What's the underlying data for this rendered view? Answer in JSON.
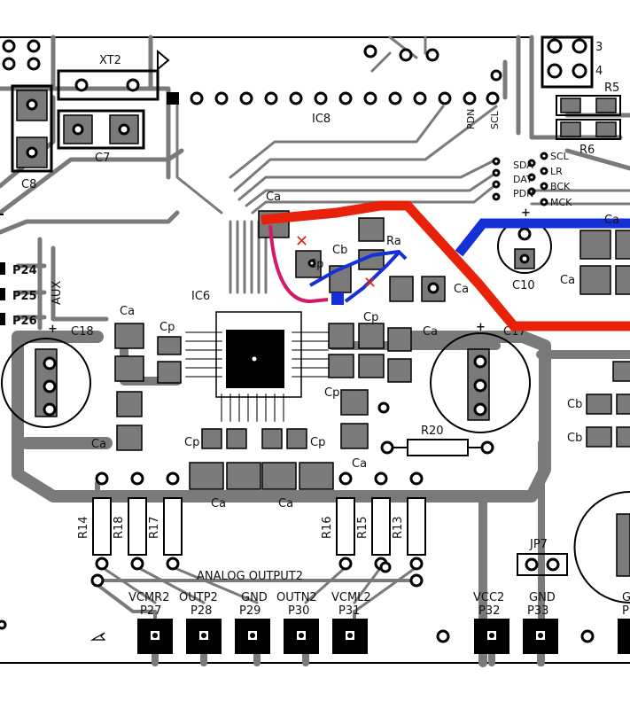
{
  "colors": {
    "background": "#ffffff",
    "trace": "#7a7a7a",
    "outline": "#000000",
    "red_wire": "#e8220a",
    "blue_wire": "#1530d6",
    "magenta_wire": "#d4186a",
    "mark": "#e8220a"
  },
  "components": {
    "xt2": "XT2",
    "c7": "C7",
    "c8": "C8",
    "ic8": "IC8",
    "pdn_vert": "PDN",
    "scl_vert": "SCL",
    "r5": "R5",
    "r6": "R6",
    "hdr_3": "3",
    "hdr_4": "4",
    "sig_scl": "SCL",
    "sig_lr": "LR",
    "sig_sda": "SDA",
    "sig_bck": "BCK",
    "sig_dat": "DAT",
    "sig_mck": "MCK",
    "sig_pdn": "PDN",
    "ca_top": "Ca",
    "ca_right": "Ca",
    "cb_mid": "Cb",
    "ra": "Ra",
    "cp_a": "Cp",
    "ic6": "IC6",
    "aux": "AUX",
    "p24": "P24",
    "p25": "P25",
    "p26": "P26",
    "c18": "C18",
    "c18_plus": "+",
    "c17": "C17",
    "c17_plus": "+",
    "c10": "C10",
    "c10_plus": "+",
    "ca_c18_top": "Ca",
    "ca_c18_bot": "Ca",
    "cp_left": "Cp",
    "ca_mid_r": "Ca",
    "cp_mid_r": "Cp",
    "cp_lower_r": "Cp",
    "ca_c10": "Ca",
    "ca_c10b": "Ca",
    "ca_r_lower": "Ca",
    "cp_bot_l": "Cp",
    "cp_bot_r": "Cp",
    "ca_bot_l": "Ca",
    "ca_bot_r": "Ca",
    "cb_r1": "Cb",
    "cb_r2": "Cb",
    "r20": "R20",
    "r14": "R14",
    "r18": "R18",
    "r17": "R17",
    "r16": "R16",
    "r15": "R15",
    "r13": "R13",
    "jp7": "JP7",
    "analog_output2": "ANALOG OUTPUT2"
  },
  "connectors": [
    {
      "name": "VCMR2",
      "ref": "P27"
    },
    {
      "name": "OUTP2",
      "ref": "P28"
    },
    {
      "name": "GND",
      "ref": "P29"
    },
    {
      "name": "OUTN2",
      "ref": "P30"
    },
    {
      "name": "VCML2",
      "ref": "P31"
    },
    {
      "name": "VCC2",
      "ref": "P32"
    },
    {
      "name": "GND",
      "ref": "P33"
    },
    {
      "name": "G",
      "ref": "P"
    }
  ]
}
